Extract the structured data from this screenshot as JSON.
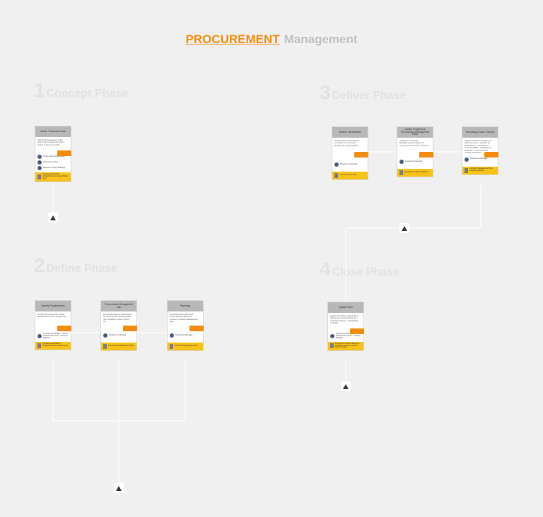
{
  "title": {
    "main": "PROCUREMENT",
    "secondary": "Management"
  },
  "phases": [
    {
      "number": "1",
      "name": "Concept Phase"
    },
    {
      "number": "2",
      "name": "Define Phase"
    },
    {
      "number": "3",
      "name": "Deliver Phase"
    },
    {
      "number": "4",
      "name": "Close Phase"
    }
  ],
  "cards": [
    {
      "header": "Vision + Business Case",
      "description": "High level assessment of the case for the programme with a review of the sub models",
      "people": [
        "Senior Responsible Owner",
        "Sponsoring Group",
        "Business Change Manager"
      ],
      "document": "Strategic Programme Outline/Business Case (Outline only)"
    },
    {
      "header": "Identify Requirements",
      "description": "Identify and explore the critical requirements for the programme",
      "people": [
        "Programme Manager + Senior Responsible Owner + Change Manager"
      ],
      "document": "Programme Mandate / Programme Brief (Outline only)"
    },
    {
      "header": "Procurement Management Plan",
      "description": "Formal Management Framework for procurement including tasks, role, standards, where it sits in etc.",
      "people": [
        "Programme Manager"
      ],
      "document": "Procurement Management Plan"
    },
    {
      "header": "Reporting",
      "description": "Formal Reporting links and format tracking linked to a contract Contracts Management Plan",
      "people": [
        "Programme Manager"
      ],
      "document": "Contracts Management Plan"
    },
    {
      "header": "Tenders Identification",
      "description": "Tenders/Issues affecting the Contracts for successful programme implementation",
      "people": [
        "Programme Manager"
      ],
      "document": "Construction contract"
    },
    {
      "header": "Update Programme Procurement Management Plans",
      "description": "Update the Contracts Management plan based on Contract placement for resources",
      "people": [
        "Programme Manager"
      ],
      "document": "Management Plans Updated"
    },
    {
      "header": "Reporting & Issue Tracking",
      "description": "Update Contracts Management Plan/resources + Analysis for quick delivery + Analysis for ensuring SMEs + escalation for contracts + enforcement of contract standards",
      "people": [
        "Programme Manager"
      ],
      "document": "Contracts Management Plan Progress Reports"
    },
    {
      "header": "Update PMO",
      "description": "Update the PMO & stakeholders with review documentation for + contracts expired + outstanding contracts",
      "people": [
        "Programme Manager + Senior Responsible Owner + Change Manager"
      ],
      "document": "Programme Closure Reports / Contracts Closed / Lessons Report update"
    }
  ]
}
